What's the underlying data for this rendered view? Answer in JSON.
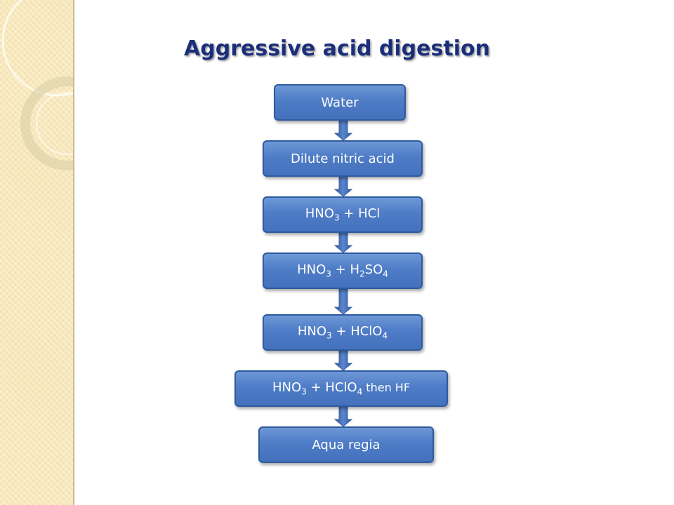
{
  "title": "Aggressive acid digestion",
  "flow": [
    {
      "label": "Water"
    },
    {
      "label": "Dilute nitric acid"
    },
    {
      "label_parts": [
        {
          "t": "HNO"
        },
        {
          "t": "3",
          "sub": true
        },
        {
          "t": " + HCl"
        }
      ]
    },
    {
      "label_parts": [
        {
          "t": "HNO"
        },
        {
          "t": "3",
          "sub": true
        },
        {
          "t": " + H"
        },
        {
          "t": "2",
          "sub": true
        },
        {
          "t": "SO"
        },
        {
          "t": "4",
          "sub": true
        }
      ]
    },
    {
      "label_parts": [
        {
          "t": "HNO"
        },
        {
          "t": "3",
          "sub": true
        },
        {
          "t": " + HClO"
        },
        {
          "t": "4",
          "sub": true
        }
      ]
    },
    {
      "label_parts": [
        {
          "t": "HNO"
        },
        {
          "t": "3",
          "sub": true
        },
        {
          "t": " + HClO"
        },
        {
          "t": "4",
          "sub": true
        },
        {
          "t": " then HF",
          "small": true
        }
      ]
    },
    {
      "label": "Aqua regia"
    }
  ],
  "colors": {
    "title": "#1a2e7a",
    "box_fill": "#4e7cc6",
    "box_border": "#2e5aa0",
    "arrow": "#3c64a8",
    "side_panel": "#f6e3b1"
  }
}
